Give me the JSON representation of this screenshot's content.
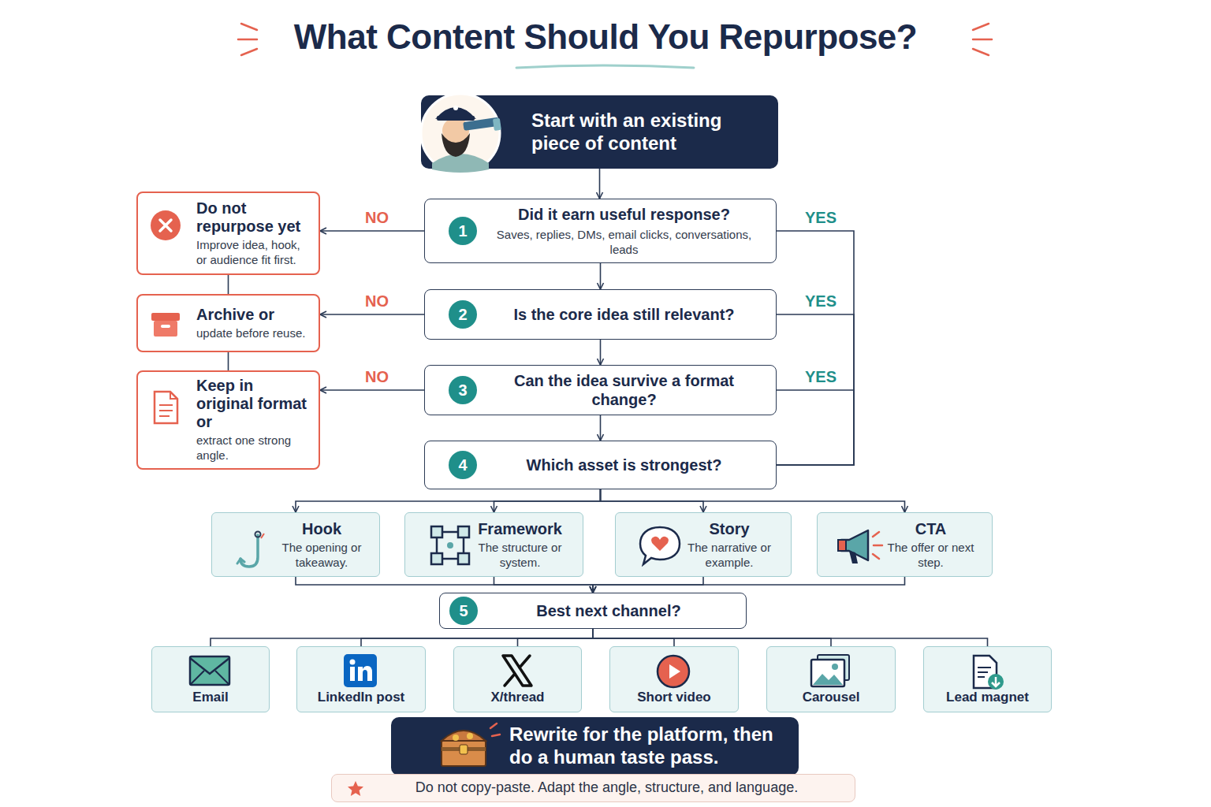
{
  "diagram": {
    "title": "What Content Should You Repurpose?",
    "nodes": [
      {
        "text": [
          "Start with an existing piece of content"
        ]
      },
      {
        "text": [
          "Did it earn useful response?",
          "Saves, replies, DMs, email clicks, conversations, leads"
        ]
      },
      {
        "text": [
          "1"
        ],
        "in": 1
      },
      {
        "text": [
          "Is the core idea still relevant?"
        ]
      },
      {
        "text": [
          "2"
        ],
        "in": 3
      },
      {
        "text": [
          "Can the idea survive a format change?"
        ]
      },
      {
        "text": [
          "3"
        ],
        "in": 5
      },
      {
        "text": [
          "Which asset is strongest?"
        ]
      },
      {
        "text": [
          "4"
        ],
        "in": 7
      },
      {
        "text": [
          "Do not repurpose yet",
          "Improve idea, hook, or audience fit first."
        ]
      },
      {
        "text": [
          "Archive or",
          "update before reuse."
        ]
      },
      {
        "text": [
          "Keep in original format or",
          "extract one strong angle."
        ]
      },
      {
        "text": [
          "Hook",
          "The opening or takeaway."
        ]
      },
      {
        "text": [
          "Framework",
          "The structure or system."
        ]
      },
      {
        "text": [
          "Story",
          "The narrative or example."
        ]
      },
      {
        "text": [
          "CTA",
          "The offer or next step."
        ]
      },
      {
        "text": [
          "Best next channel?"
        ]
      },
      {
        "text": [
          "5"
        ],
        "in": 16
      },
      {
        "text": [
          "Email"
        ]
      },
      {
        "text": [
          "LinkedIn post"
        ]
      },
      {
        "text": [
          "X/thread"
        ]
      },
      {
        "text": [
          "Short video"
        ]
      },
      {
        "text": [
          "Carousel"
        ]
      },
      {
        "text": [
          "Lead magnet"
        ]
      },
      {
        "text": [
          "Rewrite for the platform, then do a human taste pass."
        ]
      },
      {
        "text": [
          "Do not copy-paste. Adapt the angle, structure, and language."
        ]
      }
    ],
    "edges": [
      {
        "from": 0,
        "to": 1,
        "arrow": "to"
      },
      {
        "from": 1,
        "to": 3,
        "arrow": "to"
      },
      {
        "from": 3,
        "to": 5,
        "arrow": "to"
      },
      {
        "from": 5,
        "to": 7,
        "arrow": "to"
      },
      {
        "from": 1,
        "to": 9,
        "label": "NO",
        "arrow": "to"
      },
      {
        "from": 3,
        "to": 10,
        "label": "NO",
        "arrow": "to"
      },
      {
        "from": 5,
        "to": 11,
        "label": "NO",
        "arrow": "to"
      },
      {
        "from": 1,
        "to": 7,
        "label": "YES",
        "arrow": "none"
      },
      {
        "from": 3,
        "to": 7,
        "label": "YES",
        "arrow": "none"
      },
      {
        "from": 5,
        "to": 7,
        "label": "YES",
        "arrow": "none"
      },
      {
        "from": 9,
        "to": 10,
        "arrow": "none"
      },
      {
        "from": 10,
        "to": 11,
        "arrow": "none"
      },
      {
        "from": 7,
        "to": 12,
        "arrow": "to"
      },
      {
        "from": 7,
        "to": 13,
        "arrow": "to"
      },
      {
        "from": 7,
        "to": 14,
        "arrow": "to"
      },
      {
        "from": 7,
        "to": 15,
        "arrow": "to"
      },
      {
        "from": 12,
        "to": 16,
        "arrow": "to"
      },
      {
        "from": 13,
        "to": 16,
        "arrow": "to"
      },
      {
        "from": 14,
        "to": 16,
        "arrow": "to"
      },
      {
        "from": 15,
        "to": 16,
        "arrow": "to"
      },
      {
        "from": 16,
        "to": 18,
        "arrow": "none"
      },
      {
        "from": 16,
        "to": 19,
        "arrow": "none"
      },
      {
        "from": 16,
        "to": 20,
        "arrow": "none"
      },
      {
        "from": 16,
        "to": 21,
        "arrow": "none"
      },
      {
        "from": 16,
        "to": 22,
        "arrow": "none"
      },
      {
        "from": 16,
        "to": 23,
        "arrow": "none"
      }
    ]
  }
}
